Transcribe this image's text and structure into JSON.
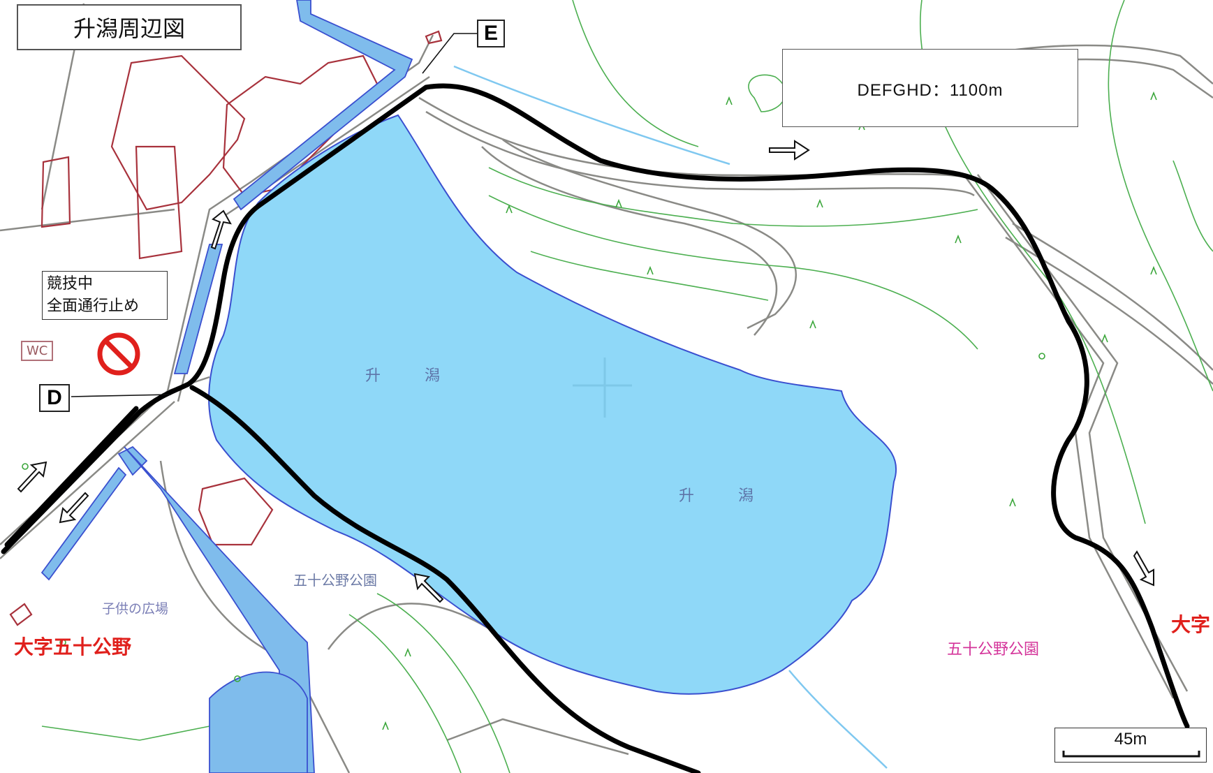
{
  "map": {
    "title": "升潟周辺図",
    "distance_note": "DEFGHD：1100m",
    "closure_notice": {
      "line1": "競技中",
      "line2": "全面通行止め"
    },
    "points": {
      "d": "D",
      "e": "E"
    },
    "scale_label": "45m",
    "labels": {
      "lake_1": "升 潟",
      "lake_2": "升 潟",
      "park_1": "五十公野公園",
      "park_2": "五十公野公園",
      "plaza": "子供の広場",
      "district_1": "大字五十公野",
      "district_2": "大字",
      "restroom": "WC"
    },
    "icons": [
      "no-entry-icon",
      "direction-arrow-icon",
      "vegetation-symbol-icon"
    ],
    "colors": {
      "water": "#8fd8f8",
      "shoreline": "#3a4fcf",
      "course": "#000000",
      "no_entry": "#e0201c",
      "contour": "#4caf50"
    }
  }
}
